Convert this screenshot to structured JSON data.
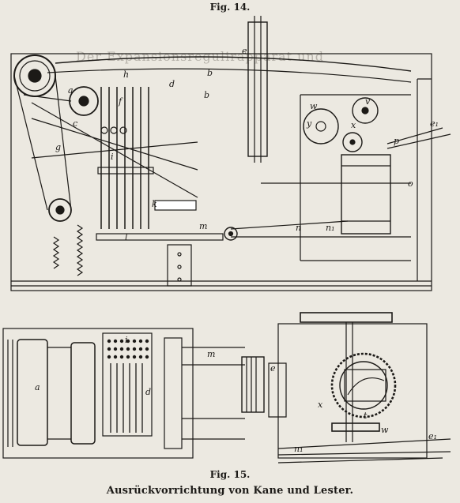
{
  "captions": {
    "figure_top": "Fig. 14.",
    "figure_bottom": "Fig. 15.",
    "title": "Ausrückvorrichtung von Kane und Lester."
  },
  "show_through": {
    "heading": "Der Expansionsregulirapparat und"
  },
  "fig14_labels": [
    "a",
    "h",
    "d",
    "b",
    "b",
    "c",
    "e",
    "f",
    "g",
    "i",
    "k",
    "l",
    "m",
    "n",
    "n₁",
    "w",
    "x",
    "y",
    "v",
    "p",
    "o",
    "e₁"
  ],
  "fig15_labels": [
    "a",
    "i",
    "d",
    "e",
    "m",
    "x",
    "t",
    "w",
    "n₁",
    "e₁"
  ]
}
